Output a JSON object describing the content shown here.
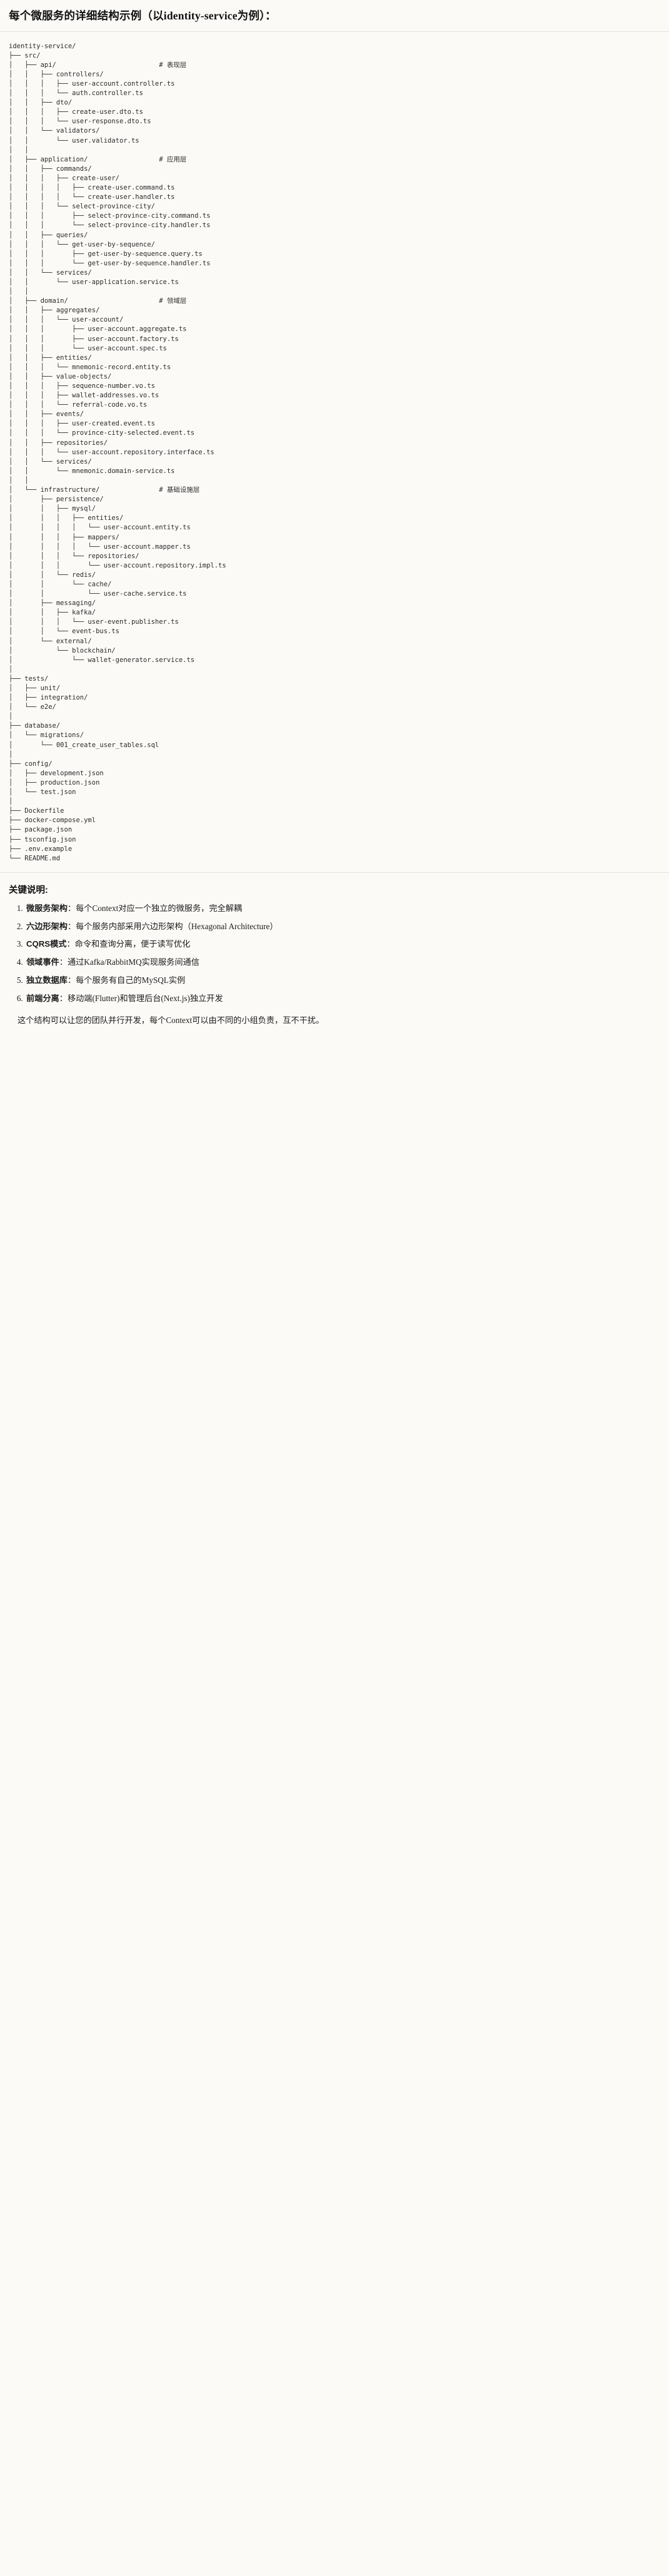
{
  "title": {
    "prefix": "每个微服务的详细结构示例",
    "paren": "（以identity-service为例）",
    "suffix": "："
  },
  "tree": {
    "root": "identity-service/",
    "comments": {
      "api": "# 表现层",
      "application": "# 应用层",
      "domain": "# 领域层",
      "infrastructure": "# 基础设施层"
    },
    "text": "identity-service/\n├── src/\n│   ├── api/                          # 表现层\n│   │   ├── controllers/\n│   │   │   ├── user-account.controller.ts\n│   │   │   └── auth.controller.ts\n│   │   ├── dto/\n│   │   │   ├── create-user.dto.ts\n│   │   │   └── user-response.dto.ts\n│   │   └── validators/\n│   │       └── user.validator.ts\n│   │\n│   ├── application/                  # 应用层\n│   │   ├── commands/\n│   │   │   ├── create-user/\n│   │   │   │   ├── create-user.command.ts\n│   │   │   │   └── create-user.handler.ts\n│   │   │   └── select-province-city/\n│   │   │       ├── select-province-city.command.ts\n│   │   │       └── select-province-city.handler.ts\n│   │   ├── queries/\n│   │   │   └── get-user-by-sequence/\n│   │   │       ├── get-user-by-sequence.query.ts\n│   │   │       └── get-user-by-sequence.handler.ts\n│   │   └── services/\n│   │       └── user-application.service.ts\n│   │\n│   ├── domain/                       # 领域层\n│   │   ├── aggregates/\n│   │   │   └── user-account/\n│   │   │       ├── user-account.aggregate.ts\n│   │   │       ├── user-account.factory.ts\n│   │   │       └── user-account.spec.ts\n│   │   ├── entities/\n│   │   │   └── mnemonic-record.entity.ts\n│   │   ├── value-objects/\n│   │   │   ├── sequence-number.vo.ts\n│   │   │   ├── wallet-addresses.vo.ts\n│   │   │   └── referral-code.vo.ts\n│   │   ├── events/\n│   │   │   ├── user-created.event.ts\n│   │   │   └── province-city-selected.event.ts\n│   │   ├── repositories/\n│   │   │   └── user-account.repository.interface.ts\n│   │   └── services/\n│   │       └── mnemonic.domain-service.ts\n│   │\n│   └── infrastructure/               # 基础设施层\n│       ├── persistence/\n│       │   ├── mysql/\n│       │   │   ├── entities/\n│       │   │   │   └── user-account.entity.ts\n│       │   │   ├── mappers/\n│       │   │   │   └── user-account.mapper.ts\n│       │   │   └── repositories/\n│       │   │       └── user-account.repository.impl.ts\n│       │   └── redis/\n│       │       └── cache/\n│       │           └── user-cache.service.ts\n│       ├── messaging/\n│       │   ├── kafka/\n│       │   │   └── user-event.publisher.ts\n│       │   └── event-bus.ts\n│       └── external/\n│           └── blockchain/\n│               └── wallet-generator.service.ts\n│\n├── tests/\n│   ├── unit/\n│   ├── integration/\n│   └── e2e/\n│\n├── database/\n│   └── migrations/\n│       └── 001_create_user_tables.sql\n│\n├── config/\n│   ├── development.json\n│   ├── production.json\n│   └── test.json\n│\n├── Dockerfile\n├── docker-compose.yml\n├── package.json\n├── tsconfig.json\n├── .env.example\n└── README.md"
  },
  "notes": {
    "heading": "关键说明:",
    "items": [
      {
        "term": "微服务架构",
        "sep": "：",
        "desc": "每个Context对应一个独立的微服务，完全解耦"
      },
      {
        "term": "六边形架构",
        "sep": "：",
        "desc": "每个服务内部采用六边形架构（Hexagonal Architecture）"
      },
      {
        "term": "CQRS模式",
        "sep": "：",
        "desc": "命令和查询分离，便于读写优化"
      },
      {
        "term": "领域事件",
        "sep": "：",
        "desc": "通过Kafka/RabbitMQ实现服务间通信"
      },
      {
        "term": "独立数据库",
        "sep": "：",
        "desc": "每个服务有自己的MySQL实例"
      },
      {
        "term": "前端分离",
        "sep": "：",
        "desc": "移动端(Flutter)和管理后台(Next.js)独立开发"
      }
    ],
    "closing": "这个结构可以让您的团队并行开发，每个Context可以由不同的小组负责，互不干扰。"
  },
  "colors": {
    "background": "#fbfaf7",
    "text": "#1f1f1f",
    "code_text": "#2b2b2b",
    "rule": "#e3e1dc"
  }
}
